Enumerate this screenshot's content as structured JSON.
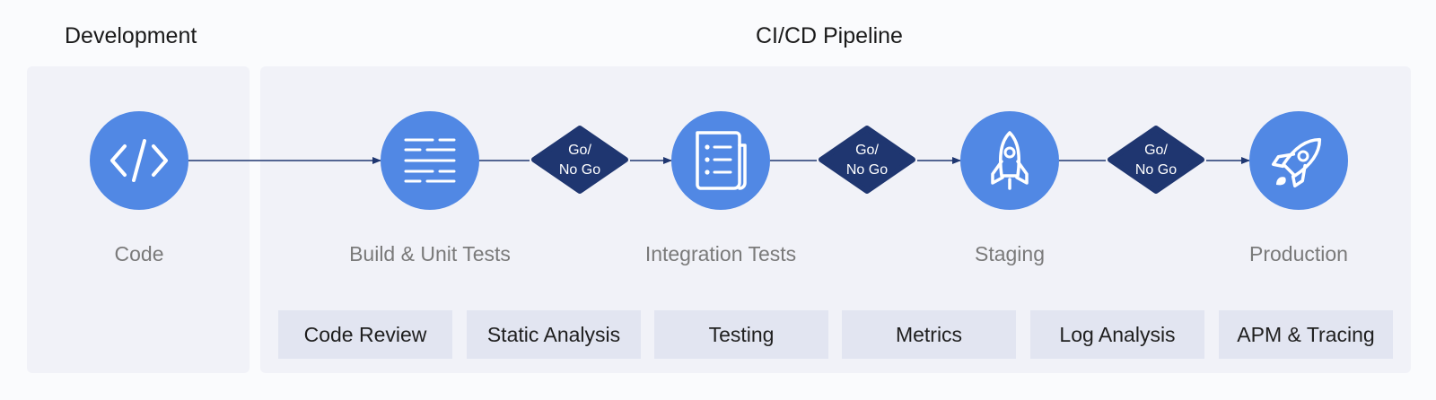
{
  "sections": {
    "development": "Development",
    "pipeline": "CI/CD Pipeline"
  },
  "stages": [
    {
      "label": "Code",
      "icon": "code-icon"
    },
    {
      "label": "Build & Unit Tests",
      "icon": "build-lines-icon"
    },
    {
      "label": "Integration Tests",
      "icon": "document-list-icon"
    },
    {
      "label": "Staging",
      "icon": "rocket-icon"
    },
    {
      "label": "Production",
      "icon": "rocket-launch-icon"
    }
  ],
  "gates": [
    {
      "line1": "Go/",
      "line2": "No Go"
    },
    {
      "line1": "Go/",
      "line2": "No Go"
    },
    {
      "line1": "Go/",
      "line2": "No Go"
    }
  ],
  "practices": [
    "Code Review",
    "Static Analysis",
    "Testing",
    "Metrics",
    "Log Analysis",
    "APM & Tracing"
  ],
  "colors": {
    "node": "#5188e4",
    "gate": "#1f3670",
    "connector": "#1f3670",
    "panel": "#f1f2f8",
    "practice_box": "#e2e5f1"
  }
}
